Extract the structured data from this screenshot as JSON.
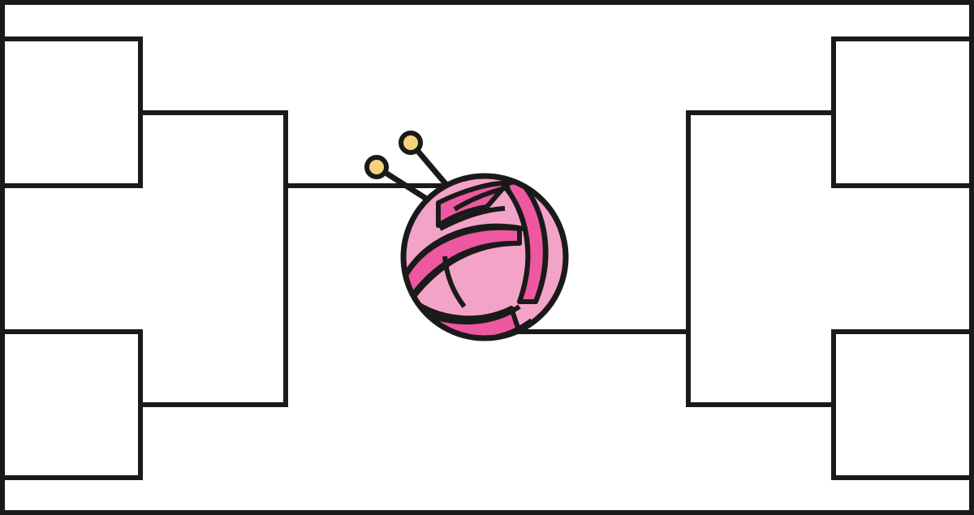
{
  "diagram": {
    "type": "tournament-bracket",
    "rounds_per_side": 2,
    "entrants_per_side": 4,
    "center_icon": "yarn-ball-with-knitting-needles-icon"
  },
  "colors": {
    "background": "#ffffff",
    "line": "#1a1a1a",
    "yarn_light": "#f4a3c8",
    "yarn_dark": "#ee58a1",
    "needle_tip": "#f7d27a"
  }
}
